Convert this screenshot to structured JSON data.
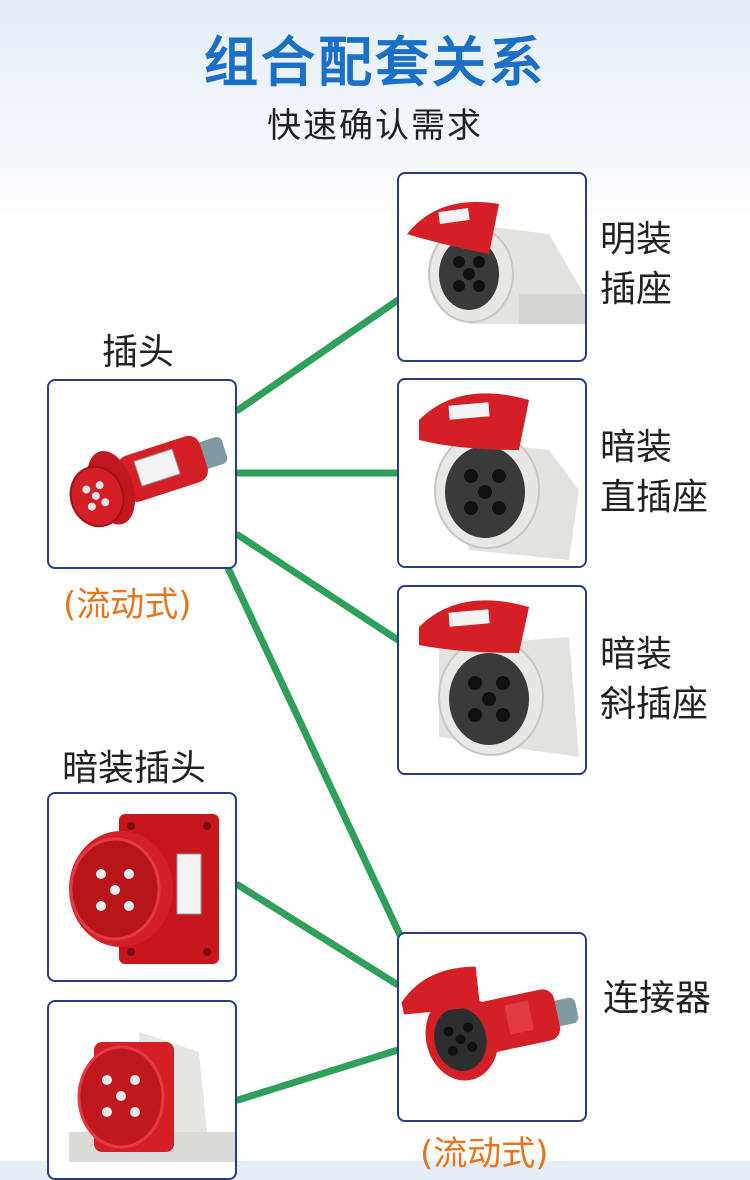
{
  "header": {
    "title": "组合配套关系",
    "subtitle": "快速确认需求"
  },
  "colors": {
    "title": "#1a6fc6",
    "connector_line": "#2ea05a",
    "box_border": "#2b3a8a",
    "note": "#e8741d",
    "product_red": "#d41f26"
  },
  "left_items": [
    {
      "label": "插头",
      "note": "(流动式)",
      "icon": "industrial-plug-icon"
    },
    {
      "label": "暗装插头",
      "note": "",
      "icon": "panel-mount-plug-icon"
    },
    {
      "label": "",
      "note": "",
      "icon": "surface-mount-plug-icon"
    }
  ],
  "right_items": [
    {
      "label_line1": "明装",
      "label_line2": "插座",
      "icon": "surface-socket-icon"
    },
    {
      "label_line1": "暗装",
      "label_line2": "直插座",
      "icon": "panel-socket-straight-icon"
    },
    {
      "label_line1": "暗装",
      "label_line2": "斜插座",
      "icon": "panel-socket-angled-icon"
    },
    {
      "label_line1": "连接器",
      "label_line2": "",
      "note": "(流动式)",
      "icon": "connector-icon"
    }
  ]
}
